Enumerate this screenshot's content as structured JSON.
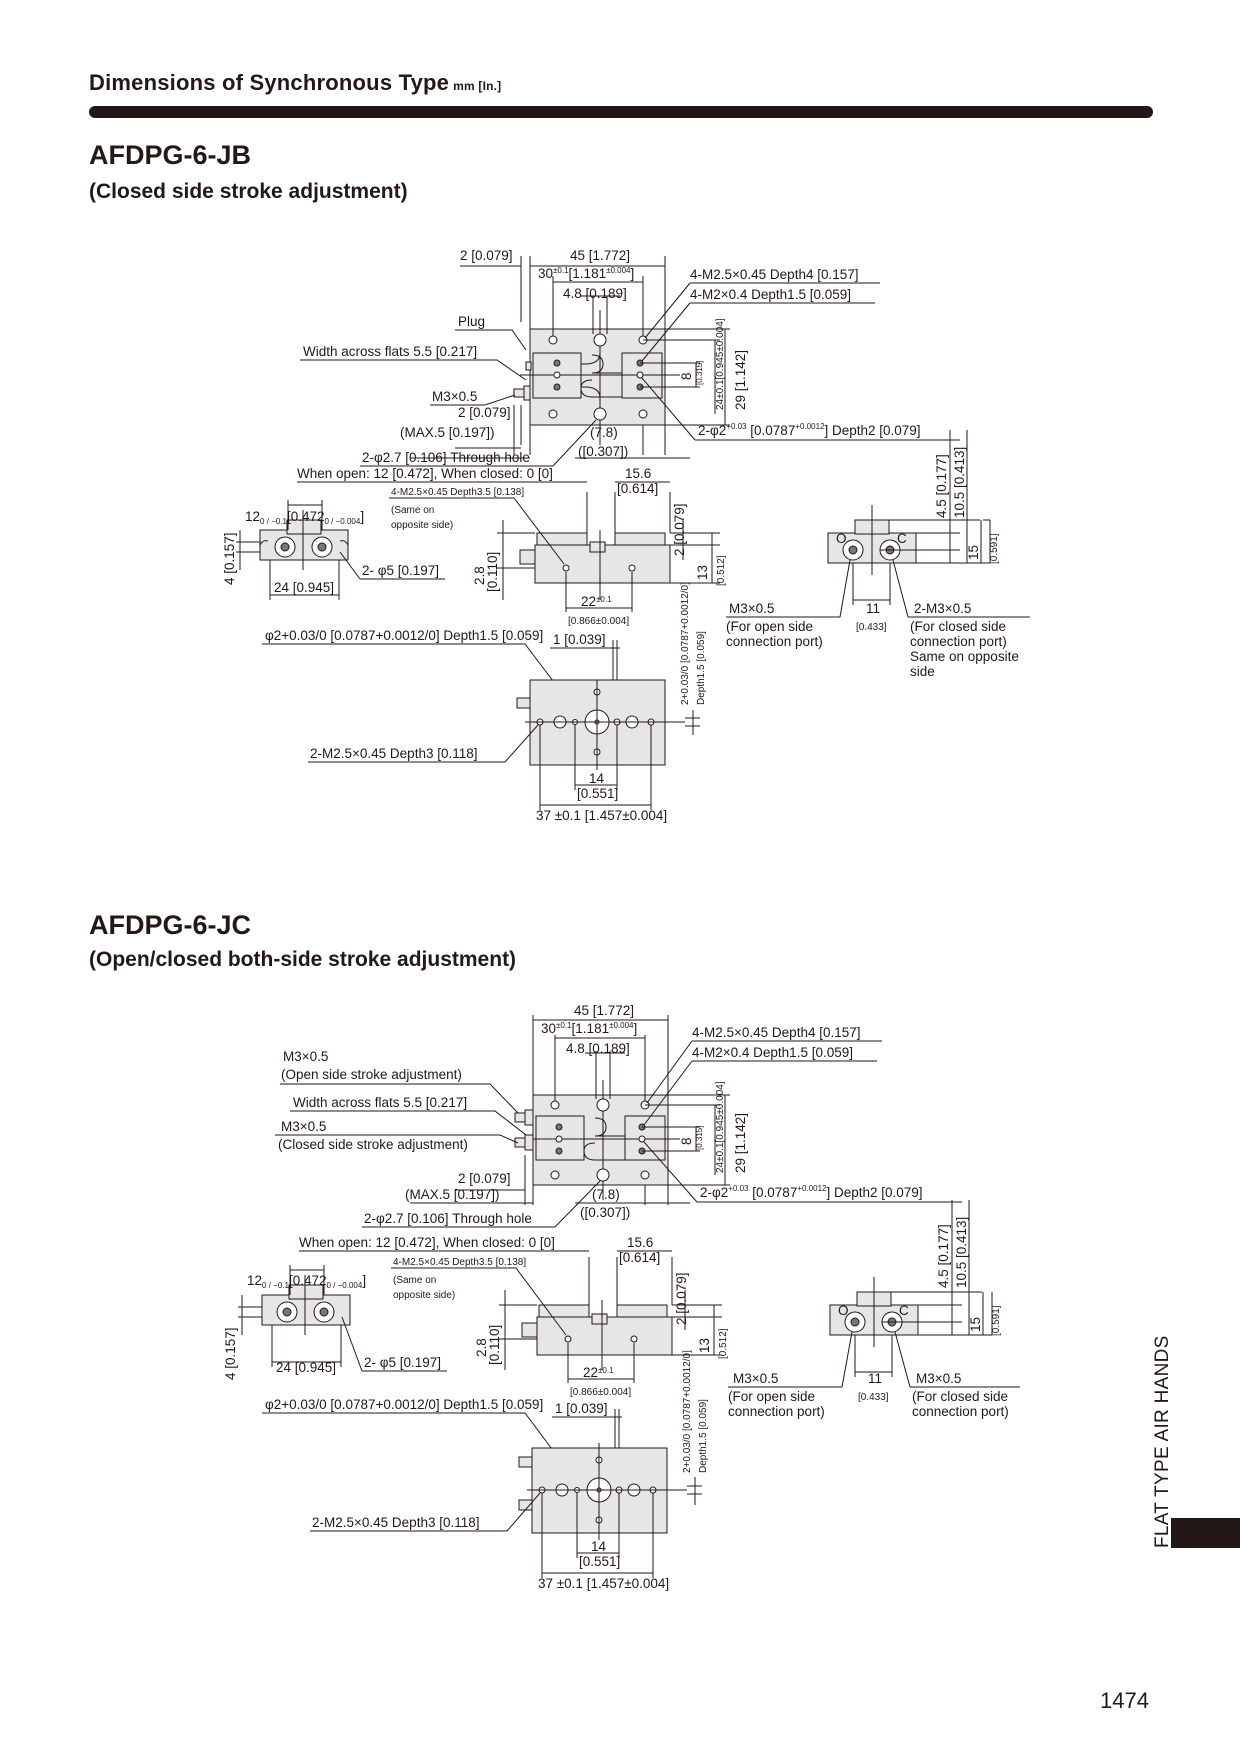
{
  "header": {
    "title": "Dimensions of Synchronous Type",
    "unit": "mm [In.]"
  },
  "sections": [
    {
      "model": "AFDPG-6-JB",
      "subtitle": "(Closed side stroke adjustment)",
      "top_view": {
        "dim_2": "2 [0.079]",
        "dim_45": "45 [1.772]",
        "dim_30": "30",
        "dim_30_tol": "±0.1",
        "dim_30_in": "[1.181",
        "dim_30_in_tol": "±0.004",
        "dim_30_close": "]",
        "dim_4_8": "4.8 [0.189]",
        "plug": "Plug",
        "width_across_flats": "Width across flats  5.5 [0.217]",
        "m3": "M3×0.5",
        "dim_2b": "2 [0.079]",
        "max5": "(MAX.5 [0.197])",
        "through_hole": "2-φ2.7 [0.106] Through hole",
        "dim_7_8": "(7.8)",
        "dim_7_8_in": "([0.307])",
        "tap_m25": "4-M2.5×0.45 Depth4 [0.157]",
        "tap_m2": "4-M2×0.4 Depth1.5 [0.059]",
        "pin_hole": "2-φ2",
        "pin_tol_up": "+0.03",
        "pin_tol_lo": "0",
        "pin_in": "[0.0787",
        "pin_in_tol_up": "+0.0012",
        "pin_in_tol_lo": "0",
        "pin_depth": "] Depth2 [0.079]",
        "dim_8": "8",
        "dim_8_in": "[0.315]",
        "dim_24": "24±0.1[0.945±0.004]",
        "dim_29": "29 [1.142]"
      },
      "side_view": {
        "stroke_note": "When open: 12 [0.472], When closed: 0 [0]",
        "dim_12": "12",
        "dim_12_tol": "0 / −0.1",
        "dim_12_in": "[0.472",
        "dim_12_in_tol": "0 / −0.004",
        "dim_12_close": "]",
        "tap_side": "4-M2.5×0.45  Depth3.5 [0.138]",
        "same_opposite": "(Same on",
        "same_opposite2": "opposite side)",
        "dim_4": "4 [0.157]",
        "dim_24": "24 [0.945]",
        "phi5": "2- φ5 [0.197]",
        "dim_2_8": "2.8",
        "dim_2_8_in": "[0.110]",
        "dim_15_6": "15.6",
        "dim_15_6_in": "[0.614]",
        "dim_2": "2 [0.079]",
        "dim_13": "13",
        "dim_13_in": "[0.512]",
        "dim_22": "22",
        "dim_22_tol": "±0.1",
        "dim_22_in": "[0.866±0.004]",
        "pin_depth": "φ2+0.03/0 [0.0787+0.0012/0] Depth1.5 [0.059]",
        "dim_1": "1 [0.039]"
      },
      "end_view": {
        "dim_4_5": "4.5 [0.177]",
        "dim_10_5": "10.5 [0.413]",
        "dim_15": "15",
        "dim_15_in": "[0.591]",
        "port_open": "M3×0.5",
        "port_open_note1": "(For open side",
        "port_open_note2": "connection port)",
        "dim_11": "11",
        "dim_11_in": "[0.433]",
        "port_closed": "2-M3×0.5",
        "port_closed_note1": "(For closed side",
        "port_closed_note2": "connection port)",
        "port_closed_note3": "Same on opposite",
        "port_closed_note4": "side",
        "label_o": "O",
        "label_c": "C"
      },
      "bottom_view": {
        "tap": "2-M2.5×0.45 Depth3 [0.118]",
        "dim_14": "14",
        "dim_14_in": "[0.551]",
        "dim_37": "37 ±0.1 [1.457±0.004]",
        "pin_v": "2+0.03/0 [0.0787+0.0012/0]",
        "pin_v_depth": "Depth1.5 [0.059]"
      }
    },
    {
      "model": "AFDPG-6-JC",
      "subtitle": "(Open/closed both-side stroke adjustment)",
      "top_view": {
        "dim_45": "45 [1.772]",
        "dim_30": "30",
        "dim_30_tol": "±0.1",
        "dim_30_in": "[1.181",
        "dim_30_in_tol": "±0.004",
        "dim_30_close": "]",
        "dim_4_8": "4.8 [0.189]",
        "m3_open": "M3×0.5",
        "m3_open_note": "(Open side stroke adjustment)",
        "width_across_flats": "Width across flats  5.5 [0.217]",
        "m3_closed": "M3×0.5",
        "m3_closed_note": "(Closed side stroke adjustment)",
        "dim_2b": "2 [0.079]",
        "max5": "(MAX.5 [0.197])",
        "through_hole": "2-φ2.7 [0.106] Through hole",
        "dim_7_8": "(7.8)",
        "dim_7_8_in": "([0.307])",
        "tap_m25": "4-M2.5×0.45 Depth4 [0.157]",
        "tap_m2": "4-M2×0.4 Depth1.5 [0.059]",
        "pin_hole": "2-φ2",
        "pin_tol_up": "+0.03",
        "pin_tol_lo": "0",
        "pin_in": "[0.0787",
        "pin_in_tol_up": "+0.0012",
        "pin_in_tol_lo": "0",
        "pin_depth": "] Depth2 [0.079]",
        "dim_8": "8",
        "dim_8_in": "[0.315]",
        "dim_24": "24±0.1[0.945±0.004]",
        "dim_29": "29 [1.142]"
      },
      "side_view": {
        "stroke_note": "When open: 12 [0.472], When closed: 0 [0]",
        "dim_12": "12",
        "dim_12_tol": "0 / −0.1",
        "dim_12_in": "[0.472",
        "dim_12_in_tol": "0 / −0.004",
        "dim_12_close": "]",
        "tap_side": "4-M2.5×0.45  Depth3.5 [0.138]",
        "same_opposite": "(Same on",
        "same_opposite2": "opposite side)",
        "dim_4": "4 [0.157]",
        "dim_24": "24 [0.945]",
        "phi5": "2- φ5 [0.197]",
        "dim_2_8": "2.8",
        "dim_2_8_in": "[0.110]",
        "dim_15_6": "15.6",
        "dim_15_6_in": "[0.614]",
        "dim_2": "2 [0.079]",
        "dim_13": "13",
        "dim_13_in": "[0.512]",
        "dim_22": "22",
        "dim_22_tol": "±0.1",
        "dim_22_in": "[0.866±0.004]",
        "pin_depth": "φ2+0.03/0 [0.0787+0.0012/0] Depth1.5 [0.059]",
        "dim_1": "1 [0.039]"
      },
      "end_view": {
        "dim_4_5": "4.5 [0.177]",
        "dim_10_5": "10.5 [0.413]",
        "dim_15": "15",
        "dim_15_in": "[0.591]",
        "port_open": "M3×0.5",
        "port_open_note1": "(For open side",
        "port_open_note2": "connection port)",
        "dim_11": "11",
        "dim_11_in": "[0.433]",
        "port_closed": "M3×0.5",
        "port_closed_note1": "(For closed side",
        "port_closed_note2": "connection port)",
        "label_o": "O",
        "label_c": "C"
      },
      "bottom_view": {
        "tap": "2-M2.5×0.45 Depth3 [0.118]",
        "dim_14": "14",
        "dim_14_in": "[0.551]",
        "dim_37": "37 ±0.1 [1.457±0.004]",
        "pin_v": "2+0.03/0 [0.0787+0.0012/0]",
        "pin_v_depth": "Depth1.5 [0.059]"
      }
    }
  ],
  "side_tab": "FLAT TYPE AIR HANDS",
  "page_number": "1474",
  "colors": {
    "ink": "#231815",
    "part_fill": "#e6e6e6"
  }
}
